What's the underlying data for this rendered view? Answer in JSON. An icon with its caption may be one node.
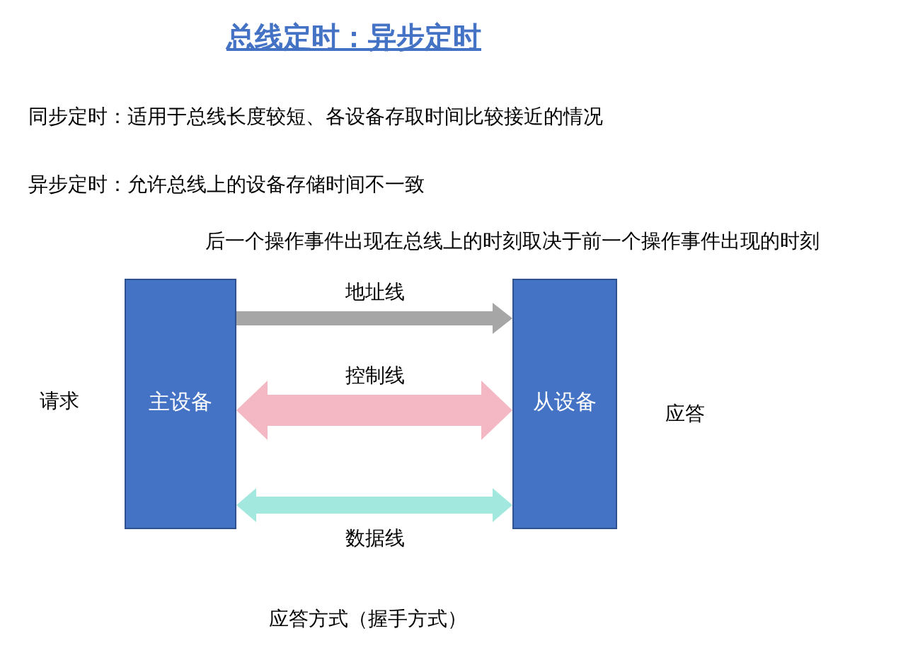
{
  "diagram": {
    "title": "总线定时：异步定时",
    "nodes": [
      {
        "text": [
          "主设备"
        ]
      },
      {
        "text": [
          "从设备"
        ]
      }
    ],
    "edges": [
      {
        "from": 0,
        "to": 1,
        "arrow": "to",
        "label": "地址线",
        "color": "#a6a6a6"
      },
      {
        "from": 0,
        "to": 1,
        "arrow": "both",
        "label": "控制线",
        "style": "thick",
        "color": "#f4b8c4"
      },
      {
        "from": 0,
        "to": 1,
        "arrow": "both",
        "label": "数据线",
        "color": "#a3e8de"
      }
    ],
    "labels": [
      "同步定时：适用于总线长度较短、各设备存取时间比较接近的情况",
      "异步定时：允许总线上的设备存储时间不一致",
      "后一个操作事件出现在总线上的时刻取决于前一个操作事件出现的时刻",
      "请求",
      "应答"
    ],
    "caption": "应答方式（握手方式）"
  }
}
